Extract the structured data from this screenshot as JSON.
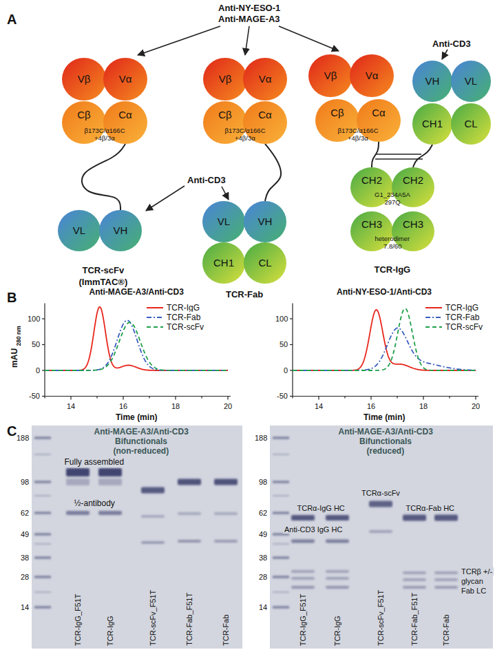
{
  "diagram": {
    "nodes": [
      {
        "text": [
          "Vβ"
        ]
      },
      {
        "text": [
          "Vα"
        ]
      },
      {
        "text": [
          "Cβ"
        ]
      },
      {
        "text": [
          "Cα"
        ]
      },
      {
        "text": [
          "VL"
        ]
      },
      {
        "text": [
          "VH"
        ]
      },
      {
        "text": [
          "Vβ"
        ]
      },
      {
        "text": [
          "Vα"
        ]
      },
      {
        "text": [
          "Cβ"
        ]
      },
      {
        "text": [
          "Cα"
        ]
      },
      {
        "text": [
          "VL"
        ]
      },
      {
        "text": [
          "VH"
        ]
      },
      {
        "text": [
          "CH1"
        ]
      },
      {
        "text": [
          "CL"
        ]
      },
      {
        "text": [
          "Vβ"
        ]
      },
      {
        "text": [
          "Vα"
        ]
      },
      {
        "text": [
          "VH"
        ]
      },
      {
        "text": [
          "VL"
        ]
      },
      {
        "text": [
          "Cβ"
        ]
      },
      {
        "text": [
          "Cα"
        ]
      },
      {
        "text": [
          "CH1"
        ]
      },
      {
        "text": [
          "CL"
        ]
      },
      {
        "text": [
          "CH2"
        ]
      },
      {
        "text": [
          "CH2"
        ]
      },
      {
        "text": [
          "CH3"
        ]
      },
      {
        "text": [
          "CH3"
        ]
      }
    ],
    "edges": [
      {
        "from": 3,
        "to": 5,
        "arrow": "none"
      },
      {
        "from": 9,
        "to": 11,
        "arrow": "none"
      },
      {
        "from": 19,
        "to": 22,
        "arrow": "none"
      },
      {
        "from": 20,
        "to": 23,
        "arrow": "none"
      }
    ],
    "labels": [
      "A",
      "Anti-NY-ESO-1",
      "Anti-MAGE-A3",
      "β173C/α166C",
      "+4β/3α",
      "Anti-CD3",
      "TCR-scFv",
      "(ImmTAC®)",
      "β173C/α166C",
      "+4β/3α",
      "TCR-Fab",
      "β173C/α166C",
      "+4β/3α",
      "Anti-CD3",
      "G1_234A5A",
      "297Q",
      "heterodimer",
      "7.8/60",
      "TCR-IgG",
      "B",
      "Anti-MAGE-A3/Anti-CD3",
      "mAU",
      "280 nm",
      "100",
      "50",
      "0",
      "-50",
      "14",
      "16",
      "18",
      "20",
      "Time (min)",
      "Anti-NY-ESO-1/Anti-CD3",
      "100",
      "50",
      "0",
      "-50",
      "14",
      "16",
      "18",
      "20",
      "Time (min)",
      "C",
      "Anti-MAGE-A3/Anti-CD3",
      "Bifunctionals",
      "(non-reduced)",
      "188",
      "98",
      "62",
      "49",
      "38",
      "28",
      "14",
      "Fully assembled",
      "½-antibody",
      "TCR-IgG_F51T",
      "TCR-IgG",
      "TCR-scFv_F51T",
      "TCR-Fab_F51T",
      "TCR-Fab",
      "Anti-MAGE-A3/Anti-CD3",
      "Bifunctionals",
      "(reduced)",
      "188",
      "98",
      "62",
      "49",
      "38",
      "28",
      "14",
      "TCRα-IgG HC",
      "Anti-CD3 IgG HC",
      "TCRα-scFv",
      "TCRα-Fab HC",
      "TCRβ +/-",
      "glycan",
      "Fab LC",
      "TCR-IgG_F51T",
      "TCR-IgG",
      "TCR-scFv_F51T",
      "TCR-Fab_F51T",
      "TCR-Fab"
    ],
    "legend": [
      {
        "text": "TCR-IgG"
      },
      {
        "text": "TCR-Fab"
      },
      {
        "text": "TCR-scFv"
      },
      {
        "text": "TCR-IgG"
      },
      {
        "text": "TCR-Fab"
      },
      {
        "text": "TCR-scFv"
      }
    ]
  }
}
